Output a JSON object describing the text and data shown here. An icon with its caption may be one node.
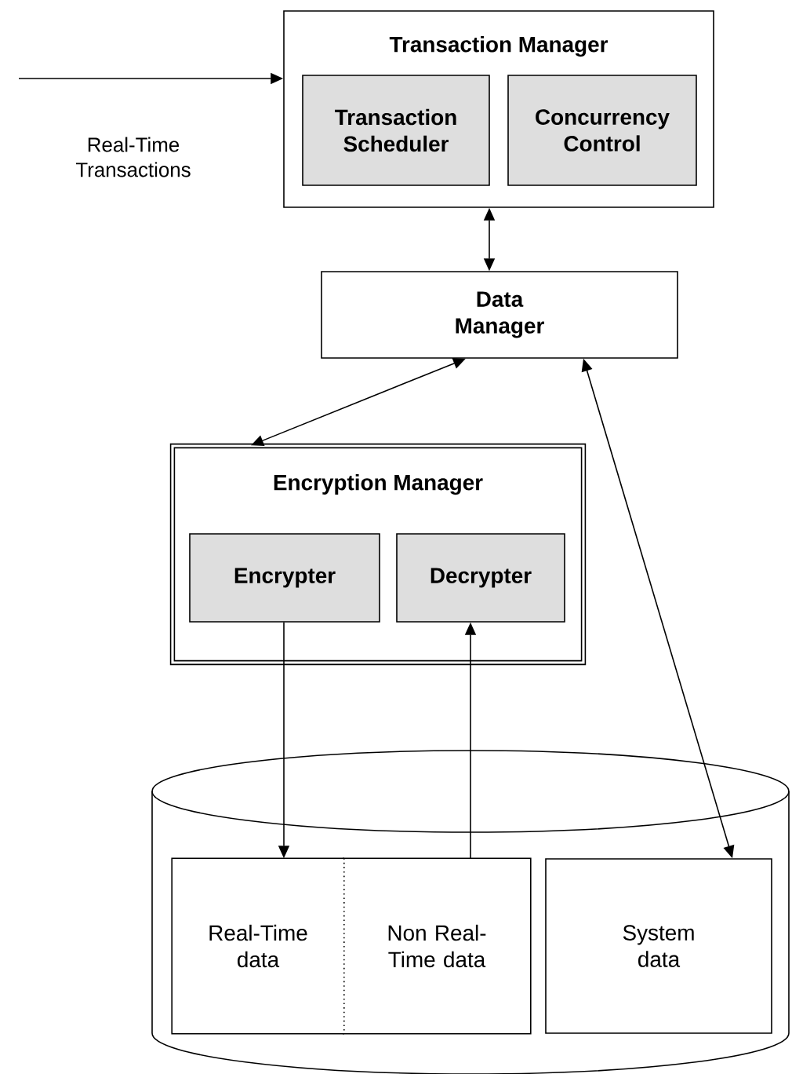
{
  "diagram": {
    "nodes": [
      {
        "text": [
          "Transaction Manager"
        ]
      },
      {
        "text": [
          "Transaction Scheduler"
        ],
        "in": 0
      },
      {
        "text": [
          "Concurrency Control"
        ],
        "in": 0
      },
      {
        "text": [
          "Data Manager"
        ]
      },
      {
        "text": [
          "Encryption Manager"
        ]
      },
      {
        "text": [
          "Encrypter"
        ],
        "in": 4
      },
      {
        "text": [
          "Decrypter"
        ],
        "in": 4
      },
      {
        "text": [],
        "shape": "cylinder"
      },
      {
        "text": [
          "Real-Time data"
        ],
        "in": 7
      },
      {
        "text": [
          "Non Real-Time data"
        ],
        "in": 7
      },
      {
        "text": [
          "System data"
        ],
        "in": 7
      }
    ],
    "edges": [
      {
        "from": null,
        "to": 0,
        "arrow": "to",
        "label": "Real-Time Transactions"
      },
      {
        "from": 0,
        "to": 3,
        "arrow": "both"
      },
      {
        "from": 3,
        "to": 4,
        "arrow": "both"
      },
      {
        "from": 3,
        "to": 10,
        "arrow": "both"
      },
      {
        "from": 5,
        "to": 8,
        "arrow": "to"
      },
      {
        "from": 9,
        "to": 6,
        "arrow": "to"
      }
    ]
  }
}
